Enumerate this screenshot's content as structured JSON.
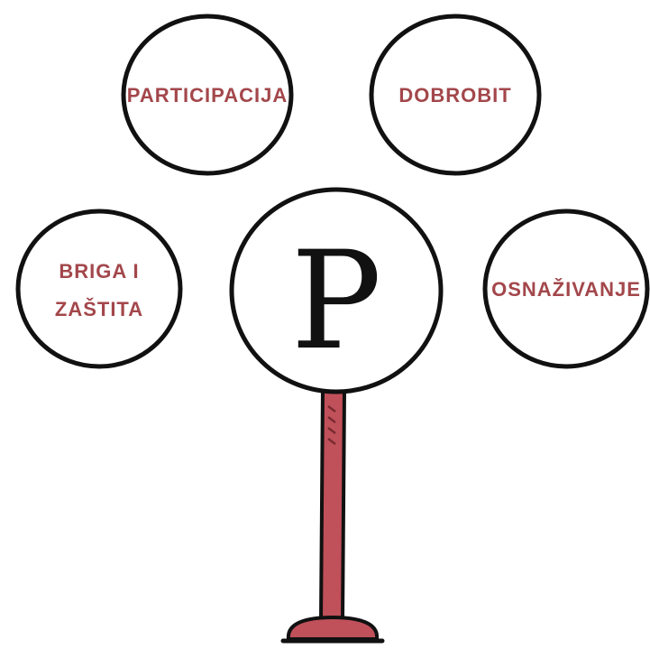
{
  "center": {
    "letter": "P"
  },
  "bubbles": {
    "participation": "PARTICIPACIJA",
    "wellbeing": "DOBROBIT",
    "care_protection_line1": "BRIGA I",
    "care_protection_line2": "ZAŠTITA",
    "empowerment": "OSNAŽIVANJE"
  },
  "colors": {
    "outline": "#111111",
    "label": "#a3474b",
    "pole": "#c0505a",
    "pole_dark": "#7a2b30",
    "fill": "#ffffff"
  }
}
